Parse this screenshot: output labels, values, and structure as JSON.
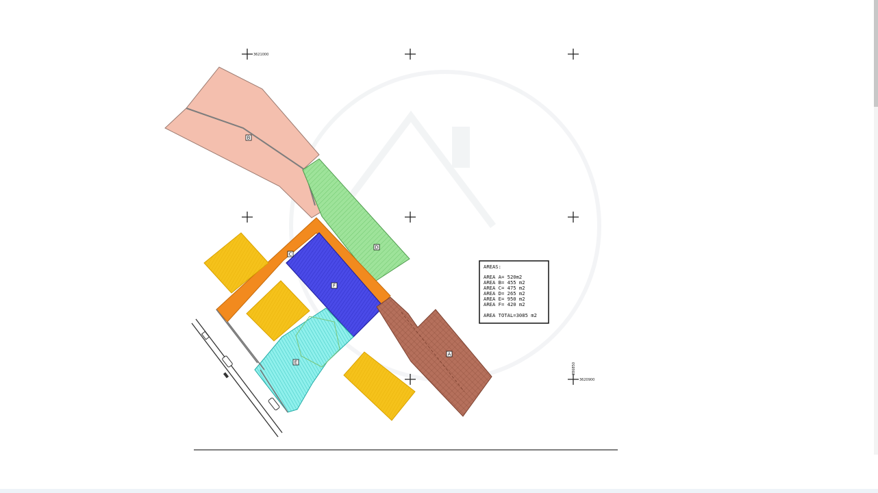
{
  "coords": {
    "top_left": "3621000",
    "bottom_right_east": "3620900",
    "bottom_right_vertical": "286850"
  },
  "parcels": [
    {
      "id": "A",
      "label": "A",
      "color": "#b5705c"
    },
    {
      "id": "B",
      "label": "B",
      "color": "#f4bfae"
    },
    {
      "id": "C",
      "label": "C",
      "color": "#f28a1e"
    },
    {
      "id": "D",
      "label": "D",
      "color": "#9ee39a"
    },
    {
      "id": "E",
      "label": "E",
      "color": "#8ff0ec"
    },
    {
      "id": "F",
      "label": "F",
      "color": "#4a4ae8"
    }
  ],
  "buildings_color": "#f5c21b",
  "legend": {
    "title": "AREAS:",
    "rows": [
      "AREA  A=  520m2",
      "AREA  B=  455  m2",
      "AREA  C=  475  m2",
      "AREA  D=  265  m2",
      "AREA  E=  950  m2",
      "AREA  F=  420  m2"
    ],
    "total": "AREA  TOTAL=3085  m2"
  }
}
